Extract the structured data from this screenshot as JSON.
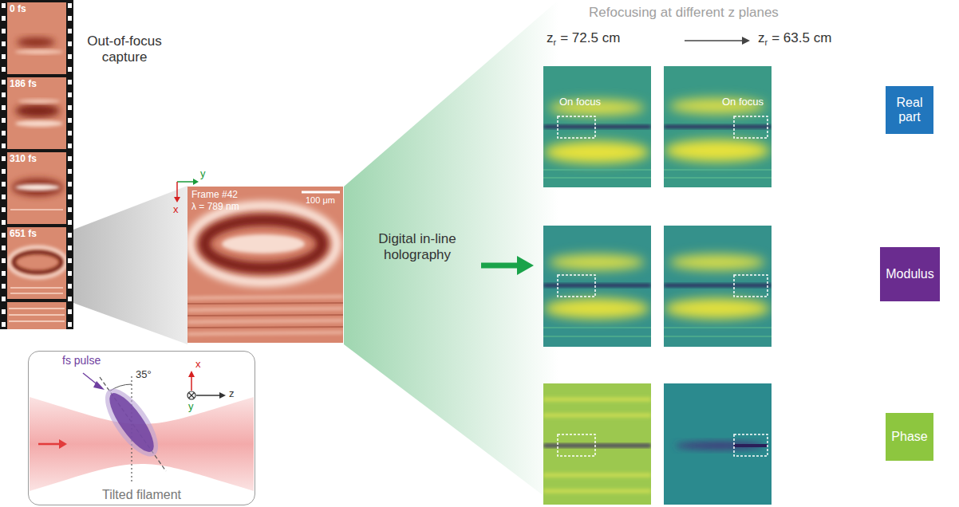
{
  "diagram": {
    "nodes": [
      {
        "text": [
          "Tilted filament"
        ]
      },
      {
        "text": [
          "Real part"
        ]
      },
      {
        "text": [
          "Modulus"
        ]
      },
      {
        "text": [
          "Phase"
        ]
      }
    ],
    "labels": [
      "Out-of-focus capture",
      "0 fs",
      "186 fs",
      "310 fs",
      "651 fs",
      "y",
      "x",
      "Frame #42",
      "λ = 789 nm",
      "100 μm",
      "fs pulse",
      "35°",
      "x",
      "y",
      "z",
      "Digital in-line holography",
      "Refocusing at different z planes",
      "z",
      "r",
      "= 72.5 cm",
      "z",
      "r",
      "= 63.5 cm",
      "On focus",
      "On focus"
    ]
  }
}
